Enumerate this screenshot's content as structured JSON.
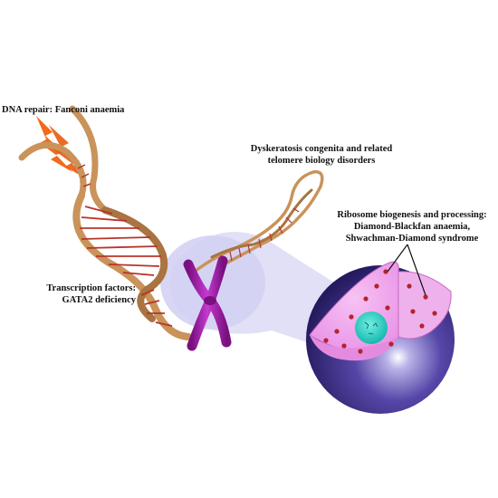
{
  "labels": {
    "dna_repair": "DNA repair: Fanconi anaemia",
    "telomere": [
      "Dyskeratosis congenita and related",
      "telomere biology disorders"
    ],
    "ribosome": [
      "Ribosome biogenesis and processing:",
      "Diamond-Blackfan anaemia,",
      "Shwachman-Diamond syndrome"
    ],
    "transcription": [
      "Transcription factors:",
      "GATA2 deficiency"
    ]
  },
  "colors": {
    "dna_backbone": "#c9935a",
    "dna_backbone_dark": "#9a6a3c",
    "base_pairs": "#b8342a",
    "lightning": "#f26a1b",
    "chromosome": "#b01fb0",
    "chromosome_dark": "#7a1080",
    "zoom_cone": "#d8d8f4",
    "cell_sphere": "#3b2f86",
    "cytoplasm": "#f2a6ef",
    "nucleus": "#2fd6c8",
    "ribosome_dots": "#b3242a"
  },
  "icons": [
    "lightning-bolt-icon",
    "double-helix-icon",
    "chromosome-icon",
    "cell-icon"
  ]
}
